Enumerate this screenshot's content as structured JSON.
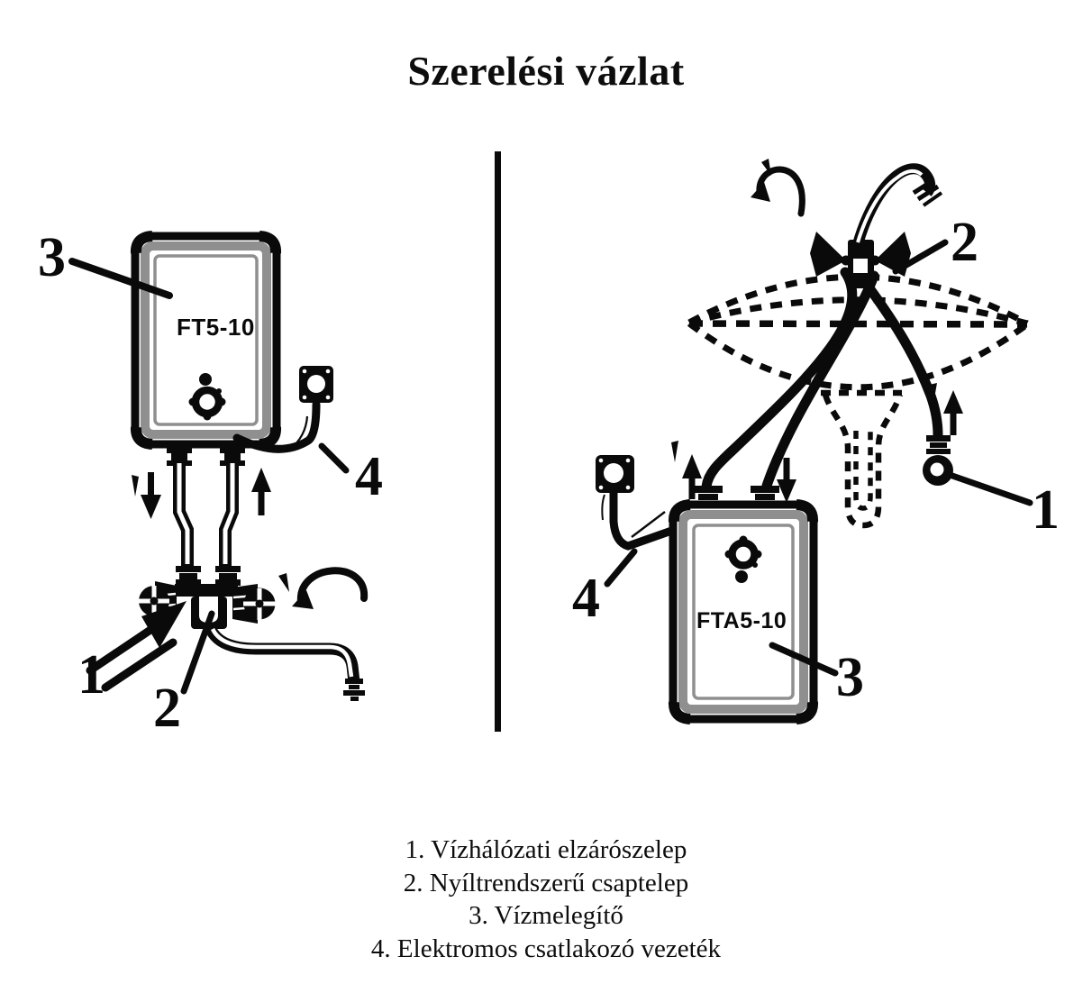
{
  "page": {
    "title": "Szerelési vázlat"
  },
  "colors": {
    "ink": "#0a0a0a",
    "frame_gray": "#8f8f8f",
    "background": "#ffffff"
  },
  "labels": {
    "n1": "1",
    "n2": "2",
    "n3": "3",
    "n4": "4"
  },
  "left_diagram": {
    "model_label": "FT5-10",
    "description": "over-sink water heater with wall mixer tap"
  },
  "right_diagram": {
    "model_label": "FTA5-10",
    "description": "under-sink water heater with basin tap"
  },
  "legend": {
    "items": [
      "1. Vízhálózati elzárószelep",
      "2. Nyíltrendszerű csaptelep",
      "3. Vízmelegítő",
      "4. Elektromos csatlakozó vezeték"
    ]
  }
}
